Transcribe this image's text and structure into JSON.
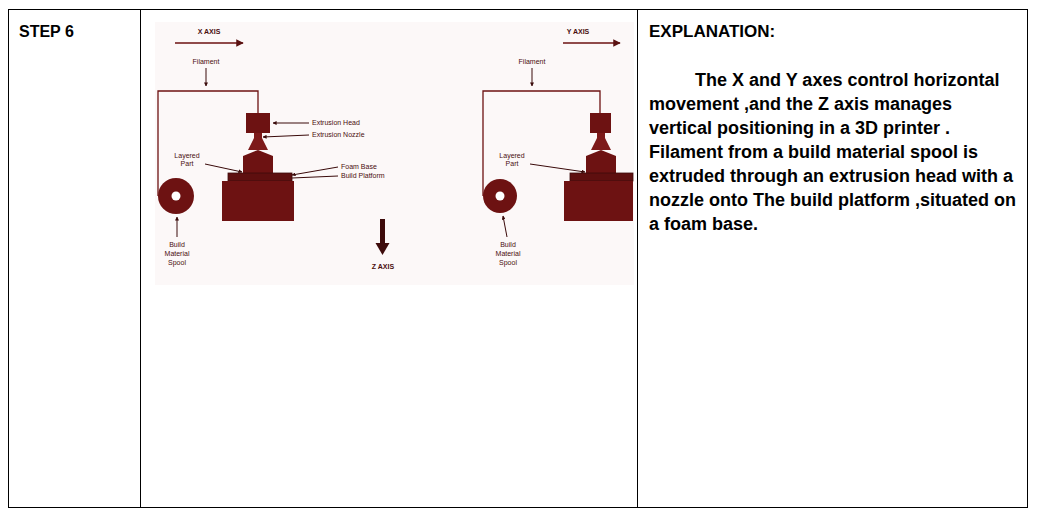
{
  "diagram": {
    "nodes": [
      {
        "text": [
          "STEP 6"
        ]
      },
      {
        "text": [
          "EXPLANATION:",
          "The X and Y axes control horizontal movement ,and the Z axis manages vertical positioning in a 3D printer . Filament from a build material spool is extruded through an extrusion head with a nozzle onto The build platform ,situated on a foam base."
        ]
      }
    ],
    "labels": [
      "X AXIS",
      "Filament",
      "Extrusion Head",
      "Extrusion Nozzle",
      "Layered Part",
      "Foam Base",
      "Build Platform",
      "Build Material Spool",
      "Z AXIS",
      "Y AXIS",
      "Filament",
      "Layered Part",
      "Build Material Spool"
    ]
  }
}
